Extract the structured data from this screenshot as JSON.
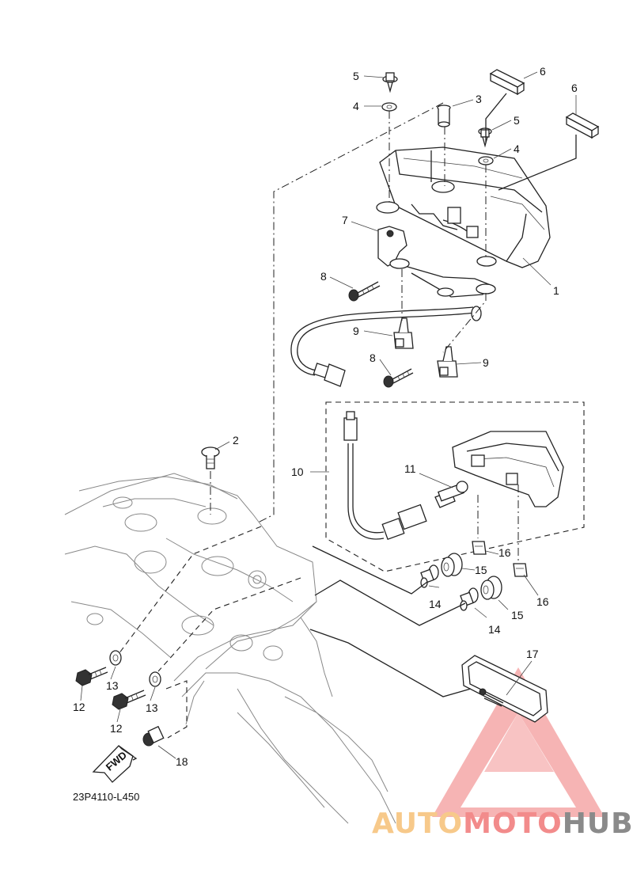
{
  "diagram": {
    "code": "23P4110-L450",
    "fwd_label": "FWD",
    "callouts": [
      "1",
      "2",
      "3",
      "4",
      "5",
      "6",
      "7",
      "8",
      "9",
      "10",
      "11",
      "12",
      "13",
      "14",
      "15",
      "16",
      "17",
      "18"
    ],
    "watermark": {
      "part1": "AUTO",
      "part2": "MOTO",
      "part3": "HUB"
    }
  }
}
